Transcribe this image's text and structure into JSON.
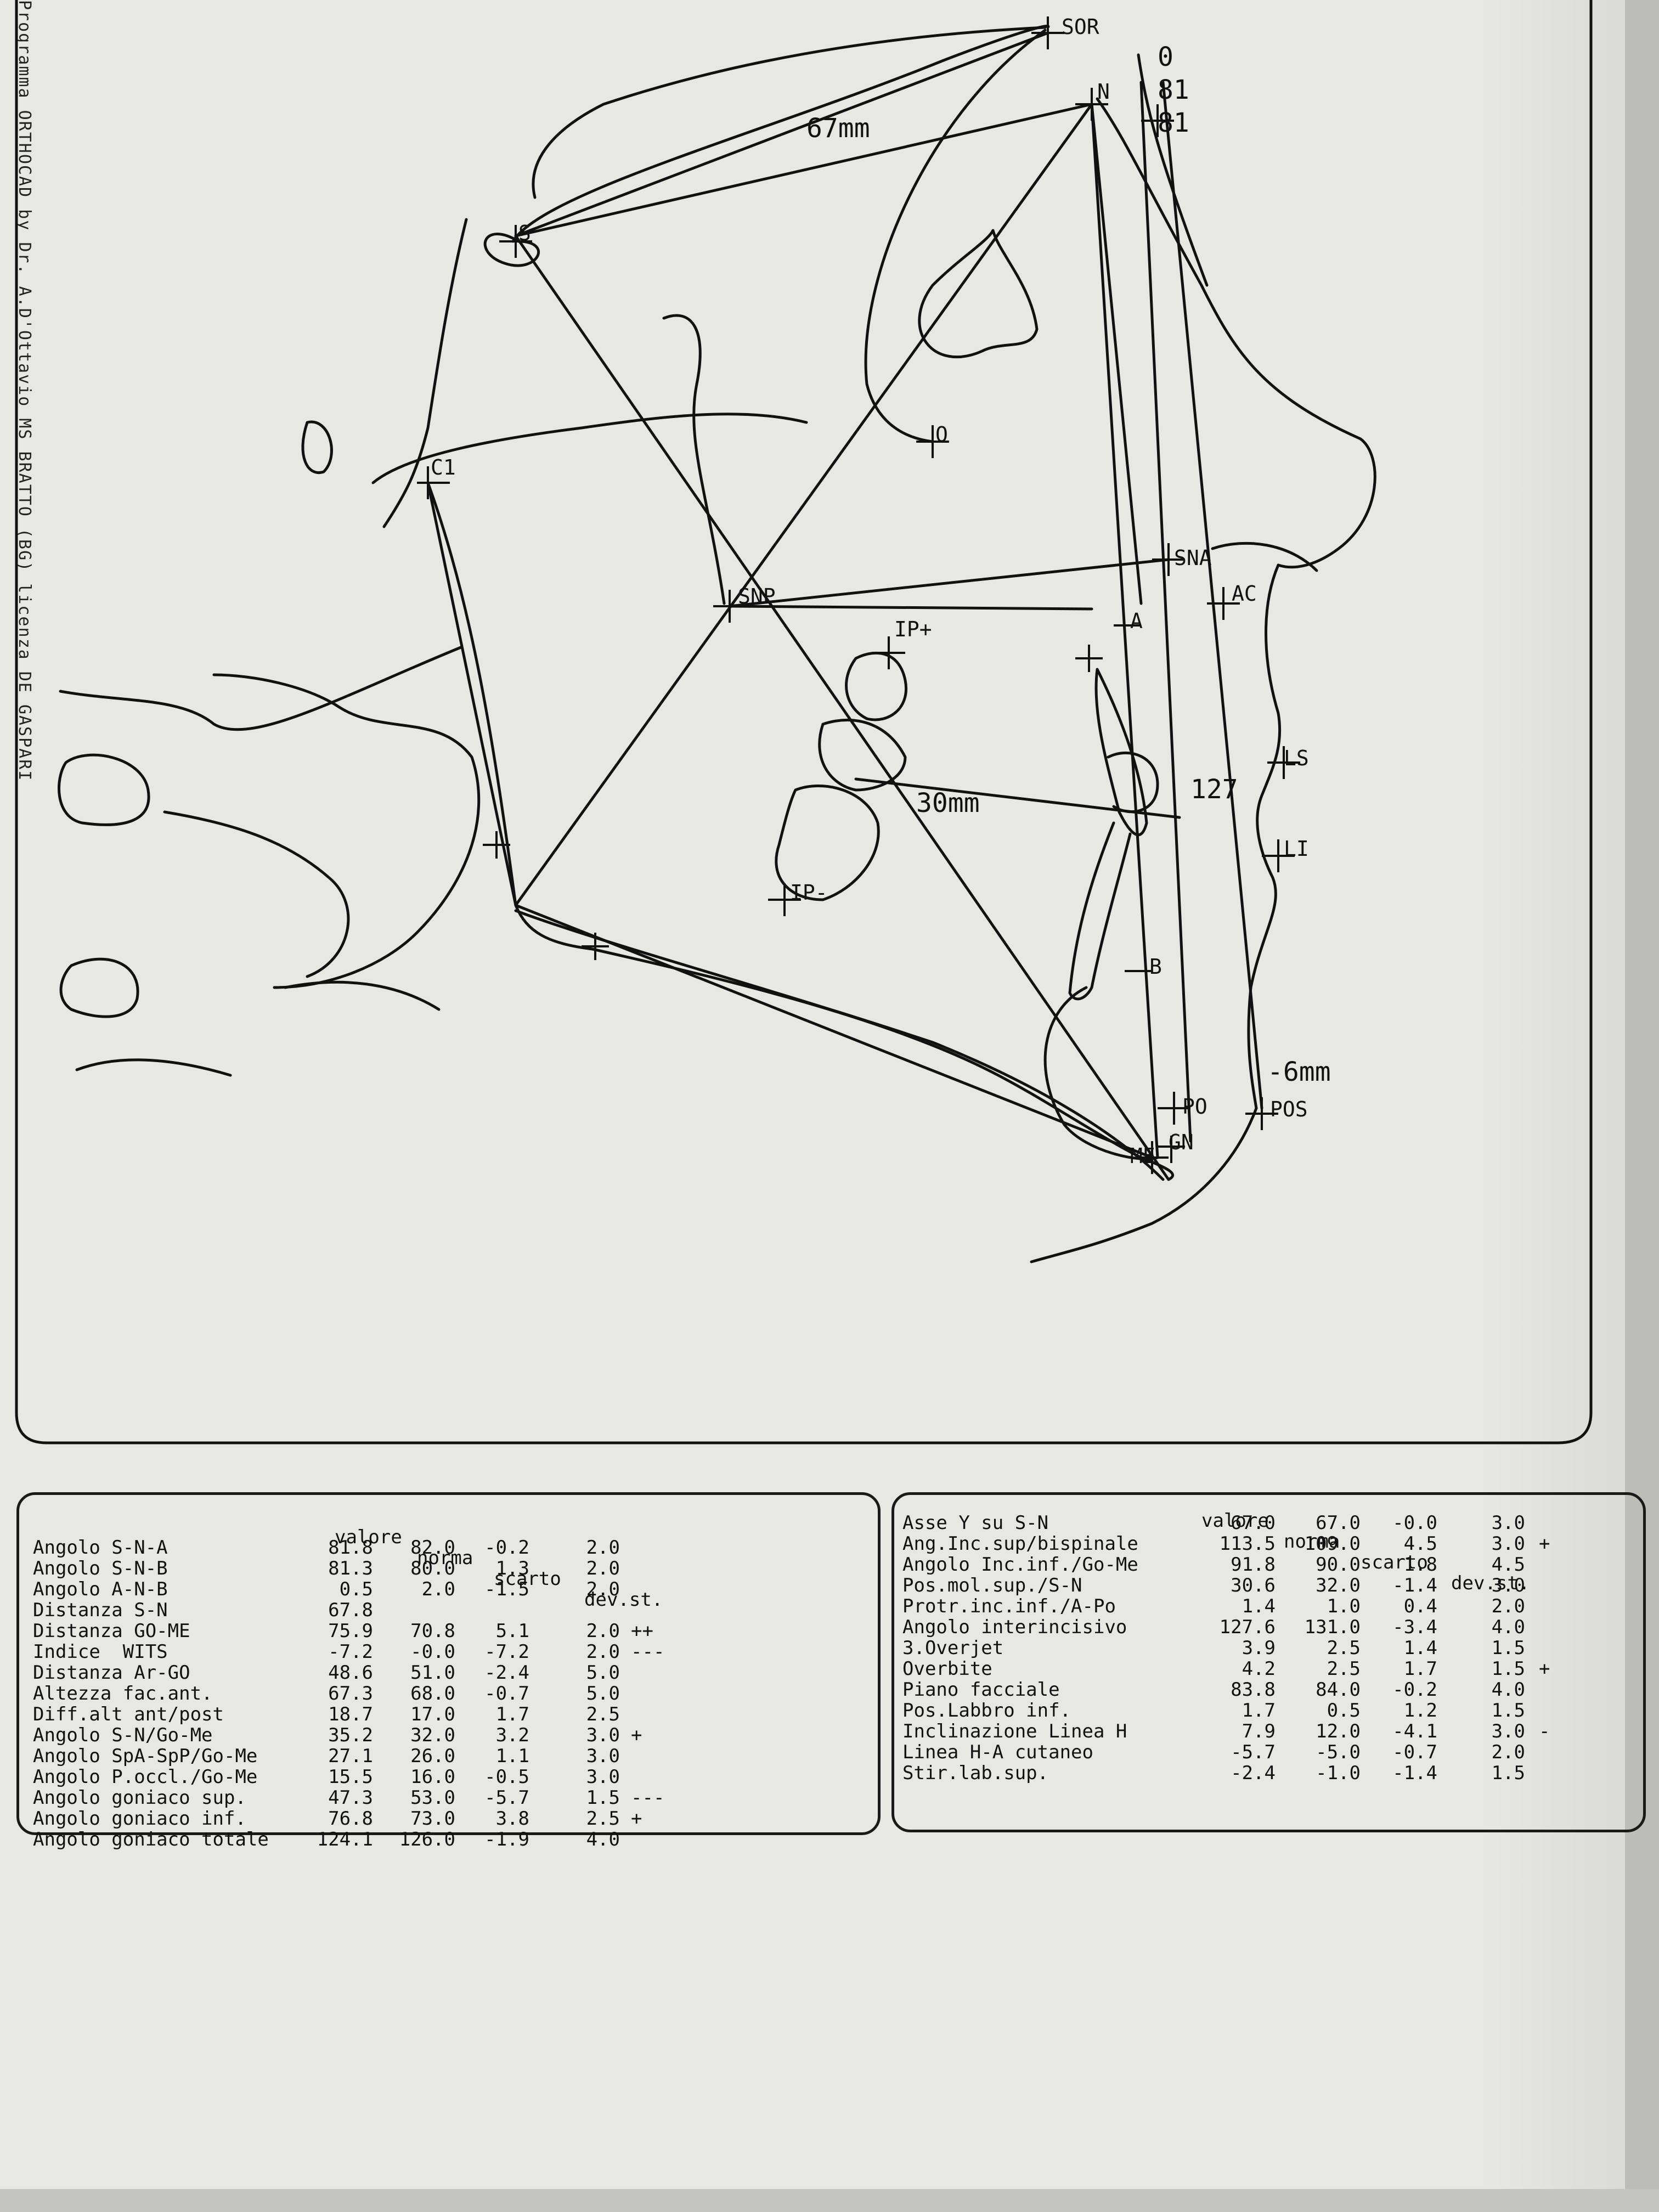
{
  "left_edge_text": "Programma ORTHOCAD by Dr. A.D'Ottavio MS BRATTO (BG) licenza DE GASPARI",
  "tracing_labels": {
    "sor": "SOR",
    "n": "N",
    "s": "S",
    "c1": "C1",
    "o": "O",
    "sna": "SNA",
    "snp": "SNP",
    "a": "A",
    "ac": "AC",
    "ip_plus": "IP+",
    "ip_minus": "IP-",
    "ls": "LS",
    "li": "LI",
    "b": "B",
    "po": "PO",
    "pos": "POS",
    "gn": "GN",
    "me": "ME",
    "top_0": "0",
    "top_81a": "81",
    "top_81b": "81",
    "measure_67mm": "67mm",
    "measure_30mm": "30mm",
    "measure_127": "127",
    "measure_minus6mm": "-6mm"
  },
  "left_table": {
    "header": [
      "valore",
      "norma",
      "scarto",
      "dev.st."
    ],
    "rows": [
      {
        "name": "Angolo S-N-A",
        "valore": "81.8",
        "norma": "82.0",
        "scarto": "-0.2",
        "dev": "2.0",
        "flag": ""
      },
      {
        "name": "Angolo S-N-B",
        "valore": "81.3",
        "norma": "80.0",
        "scarto": "1.3",
        "dev": "2.0",
        "flag": ""
      },
      {
        "name": "Angolo A-N-B",
        "valore": "0.5",
        "norma": "2.0",
        "scarto": "-1.5",
        "dev": "2.0",
        "flag": ""
      },
      {
        "name": "Distanza S-N",
        "valore": "67.8",
        "norma": "",
        "scarto": "",
        "dev": "",
        "flag": ""
      },
      {
        "name": "Distanza GO-ME",
        "valore": "75.9",
        "norma": "70.8",
        "scarto": "5.1",
        "dev": "2.0",
        "flag": "++"
      },
      {
        "name": "Indice  WITS",
        "valore": "-7.2",
        "norma": "-0.0",
        "scarto": "-7.2",
        "dev": "2.0",
        "flag": "---"
      },
      {
        "name": "Distanza Ar-GO",
        "valore": "48.6",
        "norma": "51.0",
        "scarto": "-2.4",
        "dev": "5.0",
        "flag": ""
      },
      {
        "name": "Altezza fac.ant.",
        "valore": "67.3",
        "norma": "68.0",
        "scarto": "-0.7",
        "dev": "5.0",
        "flag": ""
      },
      {
        "name": "Diff.alt ant/post",
        "valore": "18.7",
        "norma": "17.0",
        "scarto": "1.7",
        "dev": "2.5",
        "flag": ""
      },
      {
        "name": "Angolo S-N/Go-Me",
        "valore": "35.2",
        "norma": "32.0",
        "scarto": "3.2",
        "dev": "3.0",
        "flag": "+"
      },
      {
        "name": "Angolo SpA-SpP/Go-Me",
        "valore": "27.1",
        "norma": "26.0",
        "scarto": "1.1",
        "dev": "3.0",
        "flag": ""
      },
      {
        "name": "Angolo P.occl./Go-Me",
        "valore": "15.5",
        "norma": "16.0",
        "scarto": "-0.5",
        "dev": "3.0",
        "flag": ""
      },
      {
        "name": "Angolo goniaco sup.",
        "valore": "47.3",
        "norma": "53.0",
        "scarto": "-5.7",
        "dev": "1.5",
        "flag": "---"
      },
      {
        "name": "Angolo goniaco inf.",
        "valore": "76.8",
        "norma": "73.0",
        "scarto": "3.8",
        "dev": "2.5",
        "flag": "+"
      },
      {
        "name": "Angolo goniaco totale",
        "valore": "124.1",
        "norma": "126.0",
        "scarto": "-1.9",
        "dev": "4.0",
        "flag": ""
      }
    ]
  },
  "right_table": {
    "header": [
      "valore",
      "norma",
      "scarto",
      "dev.st."
    ],
    "rows": [
      {
        "name": "Asse Y su S-N",
        "valore": "67.0",
        "norma": "67.0",
        "scarto": "-0.0",
        "dev": "3.0",
        "flag": ""
      },
      {
        "name": "Ang.Inc.sup/bispinale",
        "valore": "113.5",
        "norma": "109.0",
        "scarto": "4.5",
        "dev": "3.0",
        "flag": "+"
      },
      {
        "name": "Angolo Inc.inf./Go-Me",
        "valore": "91.8",
        "norma": "90.0",
        "scarto": "1.8",
        "dev": "4.5",
        "flag": ""
      },
      {
        "name": "Pos.mol.sup./S-N",
        "valore": "30.6",
        "norma": "32.0",
        "scarto": "-1.4",
        "dev": "3.0",
        "flag": ""
      },
      {
        "name": "Protr.inc.inf./A-Po",
        "valore": "1.4",
        "norma": "1.0",
        "scarto": "0.4",
        "dev": "2.0",
        "flag": ""
      },
      {
        "name": "Angolo interincisivo",
        "valore": "127.6",
        "norma": "131.0",
        "scarto": "-3.4",
        "dev": "4.0",
        "flag": ""
      },
      {
        "name": "3.Overjet",
        "valore": "3.9",
        "norma": "2.5",
        "scarto": "1.4",
        "dev": "1.5",
        "flag": ""
      },
      {
        "name": "Overbite",
        "valore": "4.2",
        "norma": "2.5",
        "scarto": "1.7",
        "dev": "1.5",
        "flag": "+"
      },
      {
        "name": "Piano facciale",
        "valore": "83.8",
        "norma": "84.0",
        "scarto": "-0.2",
        "dev": "4.0",
        "flag": ""
      },
      {
        "name": "Pos.Labbro inf.",
        "valore": "1.7",
        "norma": "0.5",
        "scarto": "1.2",
        "dev": "1.5",
        "flag": ""
      },
      {
        "name": "Inclinazione Linea H",
        "valore": "7.9",
        "norma": "12.0",
        "scarto": "-4.1",
        "dev": "3.0",
        "flag": "-"
      },
      {
        "name": "Linea H-A cutaneo",
        "valore": "-5.7",
        "norma": "-5.0",
        "scarto": "-0.7",
        "dev": "2.0",
        "flag": ""
      },
      {
        "name": "Stir.lab.sup.",
        "valore": "-2.4",
        "norma": "-1.0",
        "scarto": "-1.4",
        "dev": "1.5",
        "flag": ""
      }
    ]
  }
}
